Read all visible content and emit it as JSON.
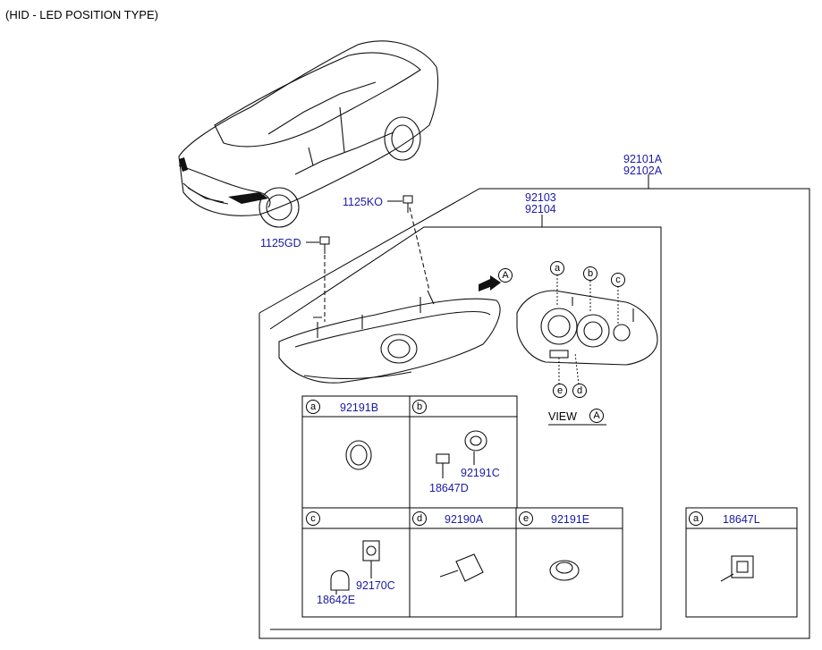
{
  "title": "(HID - LED POSITION TYPE)",
  "assembly": {
    "part_main_1": "92101A",
    "part_main_2": "92102A",
    "part_housing_1": "92103",
    "part_housing_2": "92104",
    "bolt_1": "1125KO",
    "bolt_2": "1125GD",
    "view_arrow_letter": "A",
    "view_label": "VIEW",
    "view_letter": "A"
  },
  "rear_callouts": [
    "a",
    "b",
    "c",
    "d",
    "e"
  ],
  "cells": [
    {
      "letter": "a",
      "part": "92191B"
    },
    {
      "letter": "b",
      "parts": [
        "92191C",
        "18647D"
      ]
    },
    {
      "letter": "c",
      "parts": [
        "92170C",
        "18642E"
      ]
    },
    {
      "letter": "d",
      "part": "92190A"
    },
    {
      "letter": "e",
      "part": "92191E"
    }
  ],
  "extra_cell": {
    "letter": "a",
    "part": "18647L"
  },
  "colors": {
    "part_number": "#1a1aa8",
    "line": "#000000"
  }
}
